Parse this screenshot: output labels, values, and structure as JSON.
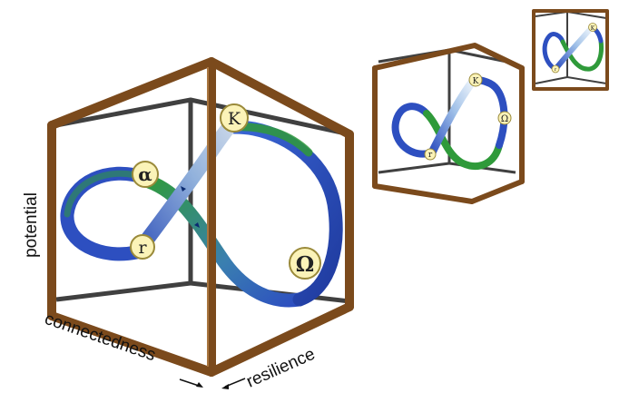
{
  "diagram": {
    "axes": {
      "y_label": "potential",
      "x_label": "connectedness",
      "z_label": "resilience"
    },
    "phases": {
      "K": "K",
      "alpha": "α",
      "r": "r",
      "Omega": "Ω"
    },
    "colors": {
      "frame_front": "#7b4a1c",
      "frame_back": "#404040",
      "ribbon_blue": "#2d4fc0",
      "ribbon_light": "#cfe0f2",
      "ribbon_green": "#2f9a3a",
      "label_fill": "#fbf3b8",
      "label_stroke": "#9a8a3a"
    },
    "cubes": [
      "large",
      "medium",
      "small"
    ]
  }
}
